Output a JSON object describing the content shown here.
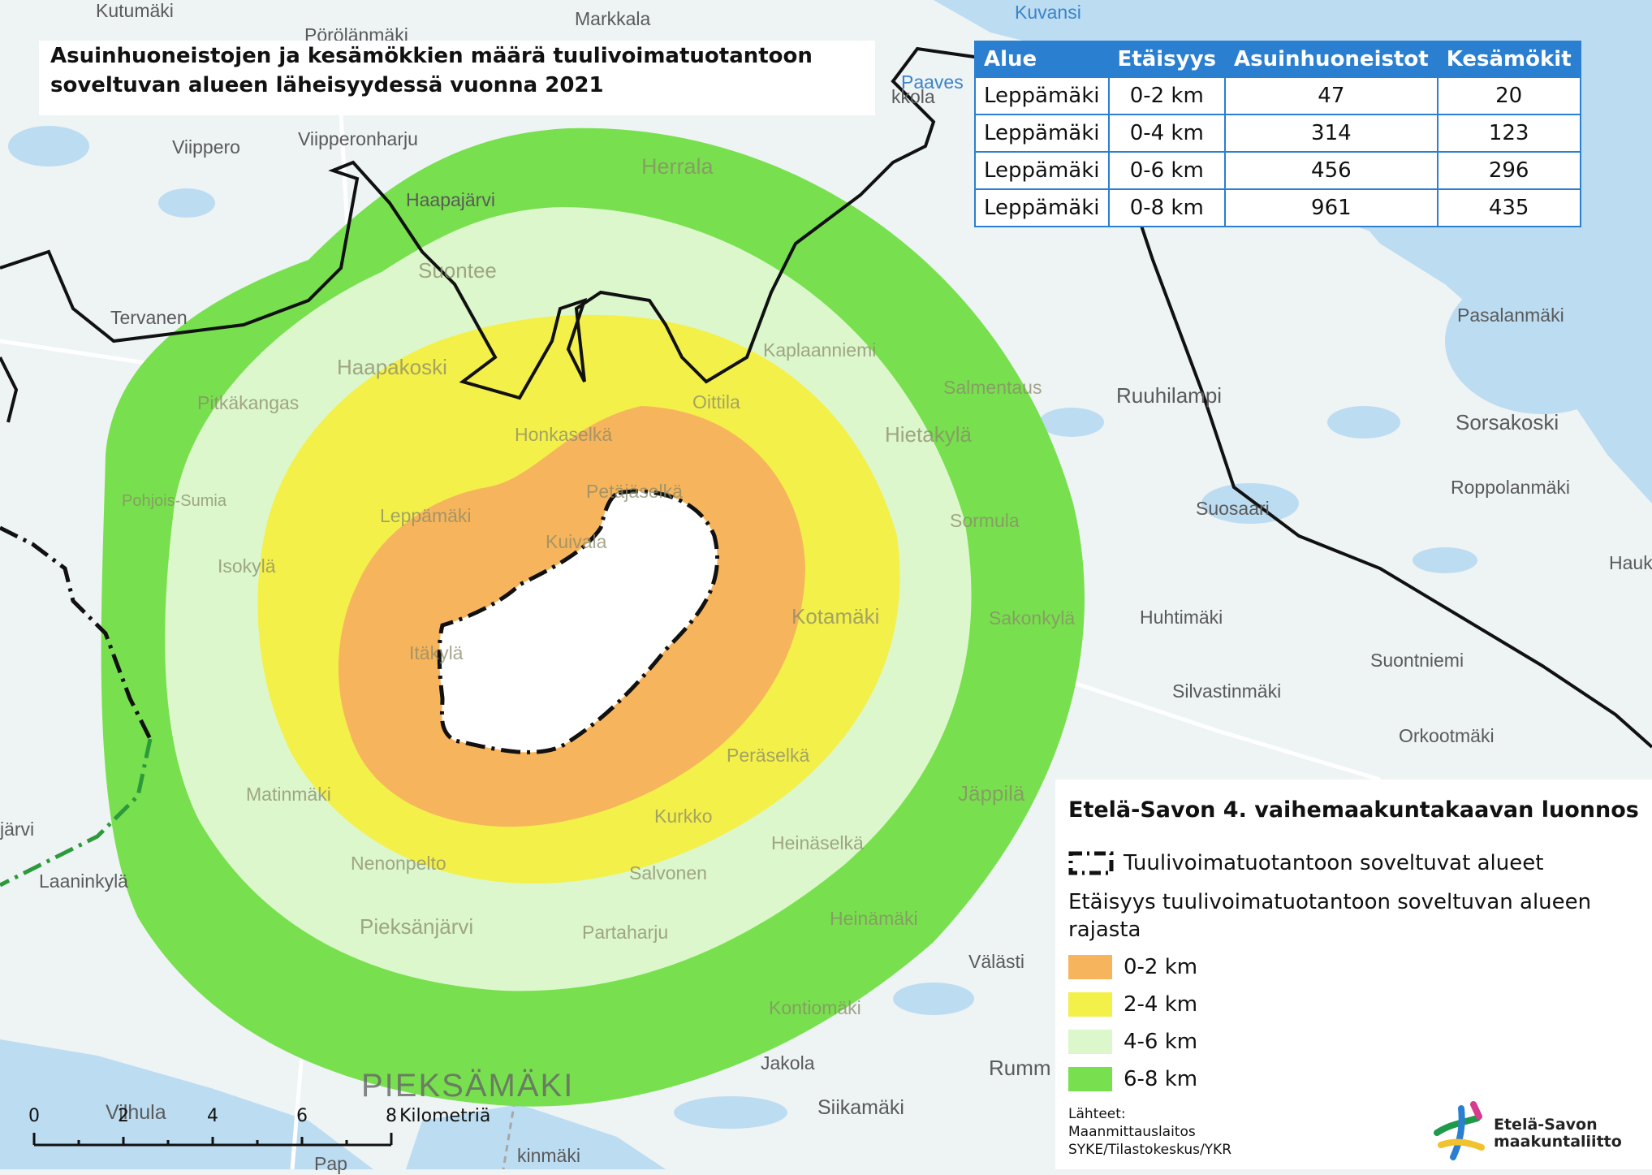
{
  "title": {
    "line1": "Asuinhuoneistojen ja kesämökkien määrä tuulivoimatuotantoon",
    "line2": "soveltuvan alueen läheisyydessä vuonna 2021"
  },
  "table": {
    "headers": [
      "Alue",
      "Etäisyys",
      "Asuinhuoneistot",
      "Kesämökit"
    ],
    "rows": [
      [
        "Leppämäki",
        "0-2 km",
        "47",
        "20"
      ],
      [
        "Leppämäki",
        "0-4 km",
        "314",
        "123"
      ],
      [
        "Leppämäki",
        "0-6 km",
        "456",
        "296"
      ],
      [
        "Leppämäki",
        "0-8 km",
        "961",
        "435"
      ]
    ],
    "header_color": "#2b7fd0"
  },
  "legend": {
    "title": "Etelä-Savon 4. vaihemaakuntakaavan luonnos",
    "area_label": "Tuulivoimatuotantoon soveltuvat alueet",
    "distance_heading_line1": "Etäisyys tuulivoimatuotantoon soveltuvan alueen",
    "distance_heading_line2": "rajasta",
    "zones": [
      {
        "label": "0-2 km",
        "color": "#f6b55c"
      },
      {
        "label": "2-4 km",
        "color": "#f4f04a"
      },
      {
        "label": "4-6 km",
        "color": "#dcf7cc"
      },
      {
        "label": "6-8 km",
        "color": "#78e04e"
      }
    ],
    "sources_title": "Lähteet:",
    "sources": [
      "Maanmittauslaitos",
      "SYKE/Tilastokeskus/YKR"
    ]
  },
  "scale": {
    "ticks": [
      "0",
      "2",
      "4",
      "6",
      "8"
    ],
    "unit": "Kilometriä"
  },
  "logo": {
    "line1": "Etelä-Savon",
    "line2": "maakuntaliitto"
  },
  "places": {
    "kutumaki": "Kutumäki",
    "porolanmaki": "Pörölänmäki",
    "markkala": "Markkala",
    "kuvansi": "Kuvansi",
    "paaves": "Paaves",
    "kkola": "kkola",
    "viippero": "Viippero",
    "viipperonharju": "Viipperonharju",
    "herrala": "Herrala",
    "haapajarvi": "Haapajärvi",
    "suontee": "Suontee",
    "tervanen": "Tervanen",
    "pasalanmaki": "Pasalanmäki",
    "haapakoski": "Haapakoski",
    "kaplaanniemi": "Kaplaanniemi",
    "pitkakangas": "Pitkäkangas",
    "oittila": "Oittila",
    "salmentaus": "Salmentaus",
    "ruuhilampi": "Ruuhilampi",
    "honkaselka": "Honkaselkä",
    "hietakyla": "Hietakylä",
    "sorsakoski": "Sorsakoski",
    "petajaselka": "Petäjäselkä",
    "roppolanmaki": "Roppolanmäki",
    "pohjoissumia": "Pohjois-Sumia",
    "leppamaki": "Leppämäki",
    "suosaari": "Suosaari",
    "kuivala": "Kuivala",
    "sormula": "Sormula",
    "isokyla": "Isokylä",
    "hauk": "Hauk",
    "kotamaki": "Kotamäki",
    "sakonkyla": "Sakonkylä",
    "huhtimaki": "Huhtimäki",
    "itakyla": "Itäkylä",
    "suontniemi": "Suontniemi",
    "silvastinmaki": "Silvastinmäki",
    "orkootmaki": "Orkootmäki",
    "peraselka": "Peräselkä",
    "matinmaki": "Matinmäki",
    "jappila": "Jäppilä",
    "kurkko": "Kurkko",
    "heinaselka": "Heinäselkä",
    "jarvi": "järvi",
    "nenonpelto": "Nenonpelto",
    "salvonen": "Salvonen",
    "laaninkyla": "Laaninkylä",
    "heinamaki": "Heinämäki",
    "pieksanjarvi": "Pieksänjärvi",
    "partaharju": "Partaharju",
    "valasti": "Välästi",
    "kontiomaki": "Kontiomäki",
    "pieksamaki": "PIEKSÄMÄKI",
    "jakola": "Jakola",
    "rumm": "Rumm",
    "siikamaki": "Siikamäki",
    "vilhula": "Vilhula",
    "kinmaki": "kinmäki",
    "pap": "Pap"
  }
}
